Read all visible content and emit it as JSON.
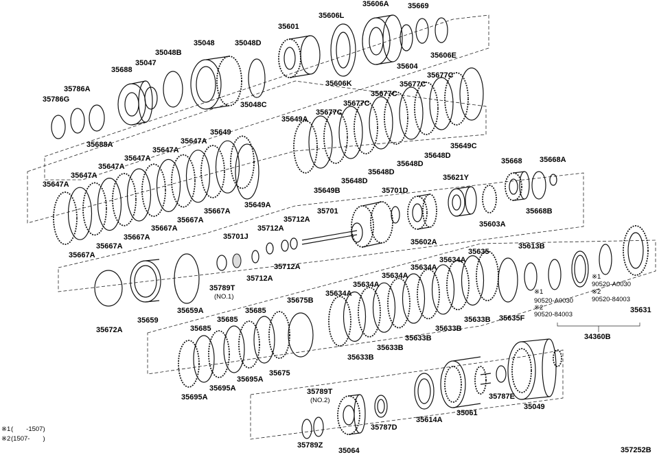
{
  "diagram_number": "357252B",
  "footnotes": [
    {
      "mark": "※1",
      "text": "(　　-1507)"
    },
    {
      "mark": "※2",
      "text": "(1507-　　)"
    }
  ],
  "parts": [
    {
      "id": "p35606A",
      "label": "35606A",
      "shape": "drum"
    },
    {
      "id": "p35669",
      "label": "35669",
      "shape": "ring"
    },
    {
      "id": "p35606L",
      "label": "35606L",
      "shape": "ring"
    },
    {
      "id": "p35601",
      "label": "35601",
      "shape": "drum"
    },
    {
      "id": "p35048",
      "label": "35048",
      "shape": "drum"
    },
    {
      "id": "p35048D",
      "label": "35048D",
      "shape": "ring"
    },
    {
      "id": "p35048B",
      "label": "35048B",
      "shape": "ring"
    },
    {
      "id": "p35047",
      "label": "35047",
      "shape": "ring"
    },
    {
      "id": "p35688",
      "label": "35688",
      "shape": "drum"
    },
    {
      "id": "p35786A",
      "label": "35786A",
      "shape": "ring"
    },
    {
      "id": "p35786G",
      "label": "35786G",
      "shape": "ring"
    },
    {
      "id": "p35688A",
      "label": "35688A",
      "shape": "ring"
    },
    {
      "id": "p35606E",
      "label": "35606E",
      "shape": "ring"
    },
    {
      "id": "p35604",
      "label": "35604",
      "shape": "ring"
    },
    {
      "id": "p35606K",
      "label": "35606K",
      "shape": "ring"
    },
    {
      "id": "p35048C",
      "label": "35048C",
      "shape": "ring"
    },
    {
      "id": "p35677C",
      "label": "35677C",
      "shape": "gear"
    },
    {
      "id": "p35649A",
      "label": "35649A",
      "shape": "ring"
    },
    {
      "id": "p35649C",
      "label": "35649C",
      "shape": "gear"
    },
    {
      "id": "p35648D",
      "label": "35648D",
      "shape": "ring"
    },
    {
      "id": "p35649B",
      "label": "35649B",
      "shape": "ring"
    },
    {
      "id": "p35649",
      "label": "35649",
      "shape": "gear"
    },
    {
      "id": "p35647A",
      "label": "35647A",
      "shape": "gear"
    },
    {
      "id": "p35667A",
      "label": "35667A",
      "shape": "ring"
    },
    {
      "id": "p35649A_2",
      "label": "35649A",
      "shape": "ring"
    },
    {
      "id": "p35668",
      "label": "35668",
      "shape": "drum"
    },
    {
      "id": "p35668A",
      "label": "35668A",
      "shape": "ring"
    },
    {
      "id": "p35668B",
      "label": "35668B",
      "shape": "ring"
    },
    {
      "id": "p35621Y",
      "label": "35621Y",
      "shape": "ring"
    },
    {
      "id": "p35603A",
      "label": "35603A",
      "shape": "gear"
    },
    {
      "id": "p35701D",
      "label": "35701D",
      "shape": "ring"
    },
    {
      "id": "p35701",
      "label": "35701",
      "shape": "shaft"
    },
    {
      "id": "p35602A",
      "label": "35602A",
      "shape": "drum"
    },
    {
      "id": "p35712A",
      "label": "35712A",
      "shape": "ring"
    },
    {
      "id": "p35701J",
      "label": "35701J",
      "shape": "ring"
    },
    {
      "id": "p35789T",
      "label": "35789T",
      "note": "(NO.1)",
      "shape": "ring"
    },
    {
      "id": "p35672A",
      "label": "35672A",
      "shape": "ring"
    },
    {
      "id": "p35659",
      "label": "35659",
      "shape": "drum"
    },
    {
      "id": "p35659A",
      "label": "35659A",
      "shape": "ring"
    },
    {
      "id": "p35675B",
      "label": "35675B",
      "shape": "ring"
    },
    {
      "id": "p35685",
      "label": "35685",
      "shape": "gear"
    },
    {
      "id": "p35695A",
      "label": "35695A",
      "shape": "ring"
    },
    {
      "id": "p35675",
      "label": "35675",
      "shape": "ring"
    },
    {
      "id": "p35634A",
      "label": "35634A",
      "shape": "gear"
    },
    {
      "id": "p35635",
      "label": "35635",
      "shape": "ring"
    },
    {
      "id": "p35633B",
      "label": "35633B",
      "shape": "ring"
    },
    {
      "id": "p35635F",
      "label": "35635F",
      "shape": "ring"
    },
    {
      "id": "p35613B",
      "label": "35613B",
      "shape": "ring"
    },
    {
      "id": "p35631",
      "label": "35631",
      "shape": "gear"
    },
    {
      "id": "p34360B",
      "label": "34360B",
      "shape": "group"
    },
    {
      "id": "p35614A",
      "label": "35614A",
      "shape": "drum"
    },
    {
      "id": "p35061",
      "label": "35061",
      "shape": "drum"
    },
    {
      "id": "p35787E",
      "label": "35787E",
      "shape": "ring"
    },
    {
      "id": "p35049",
      "label": "35049",
      "shape": "drum"
    },
    {
      "id": "p35789T2",
      "label": "35789T",
      "note": "(NO.2)",
      "shape": "ring"
    },
    {
      "id": "p35064",
      "label": "35064",
      "shape": "gear"
    },
    {
      "id": "p35787D",
      "label": "35787D",
      "shape": "ring"
    },
    {
      "id": "p35789Z",
      "label": "35789Z",
      "shape": "ring"
    }
  ],
  "bolt_notes": [
    {
      "mark": "※1",
      "text": "90520-A0030"
    },
    {
      "mark": "※2",
      "text": "90520-84003"
    }
  ]
}
